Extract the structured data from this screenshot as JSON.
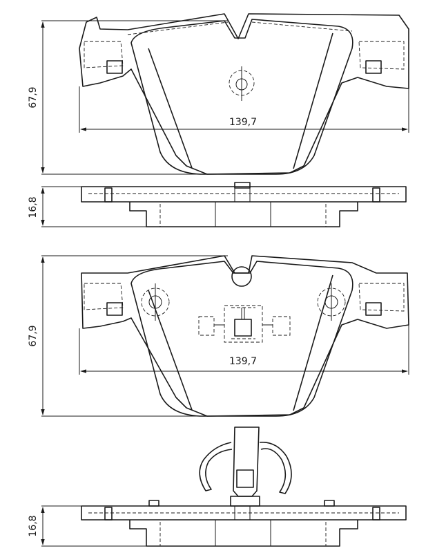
{
  "dimensions": {
    "view1_height": "67,9",
    "view1_width": "139,7",
    "view2_thickness": "16,8",
    "view3_height": "67,9",
    "view3_width": "139,7",
    "view4_thickness": "16,8"
  }
}
